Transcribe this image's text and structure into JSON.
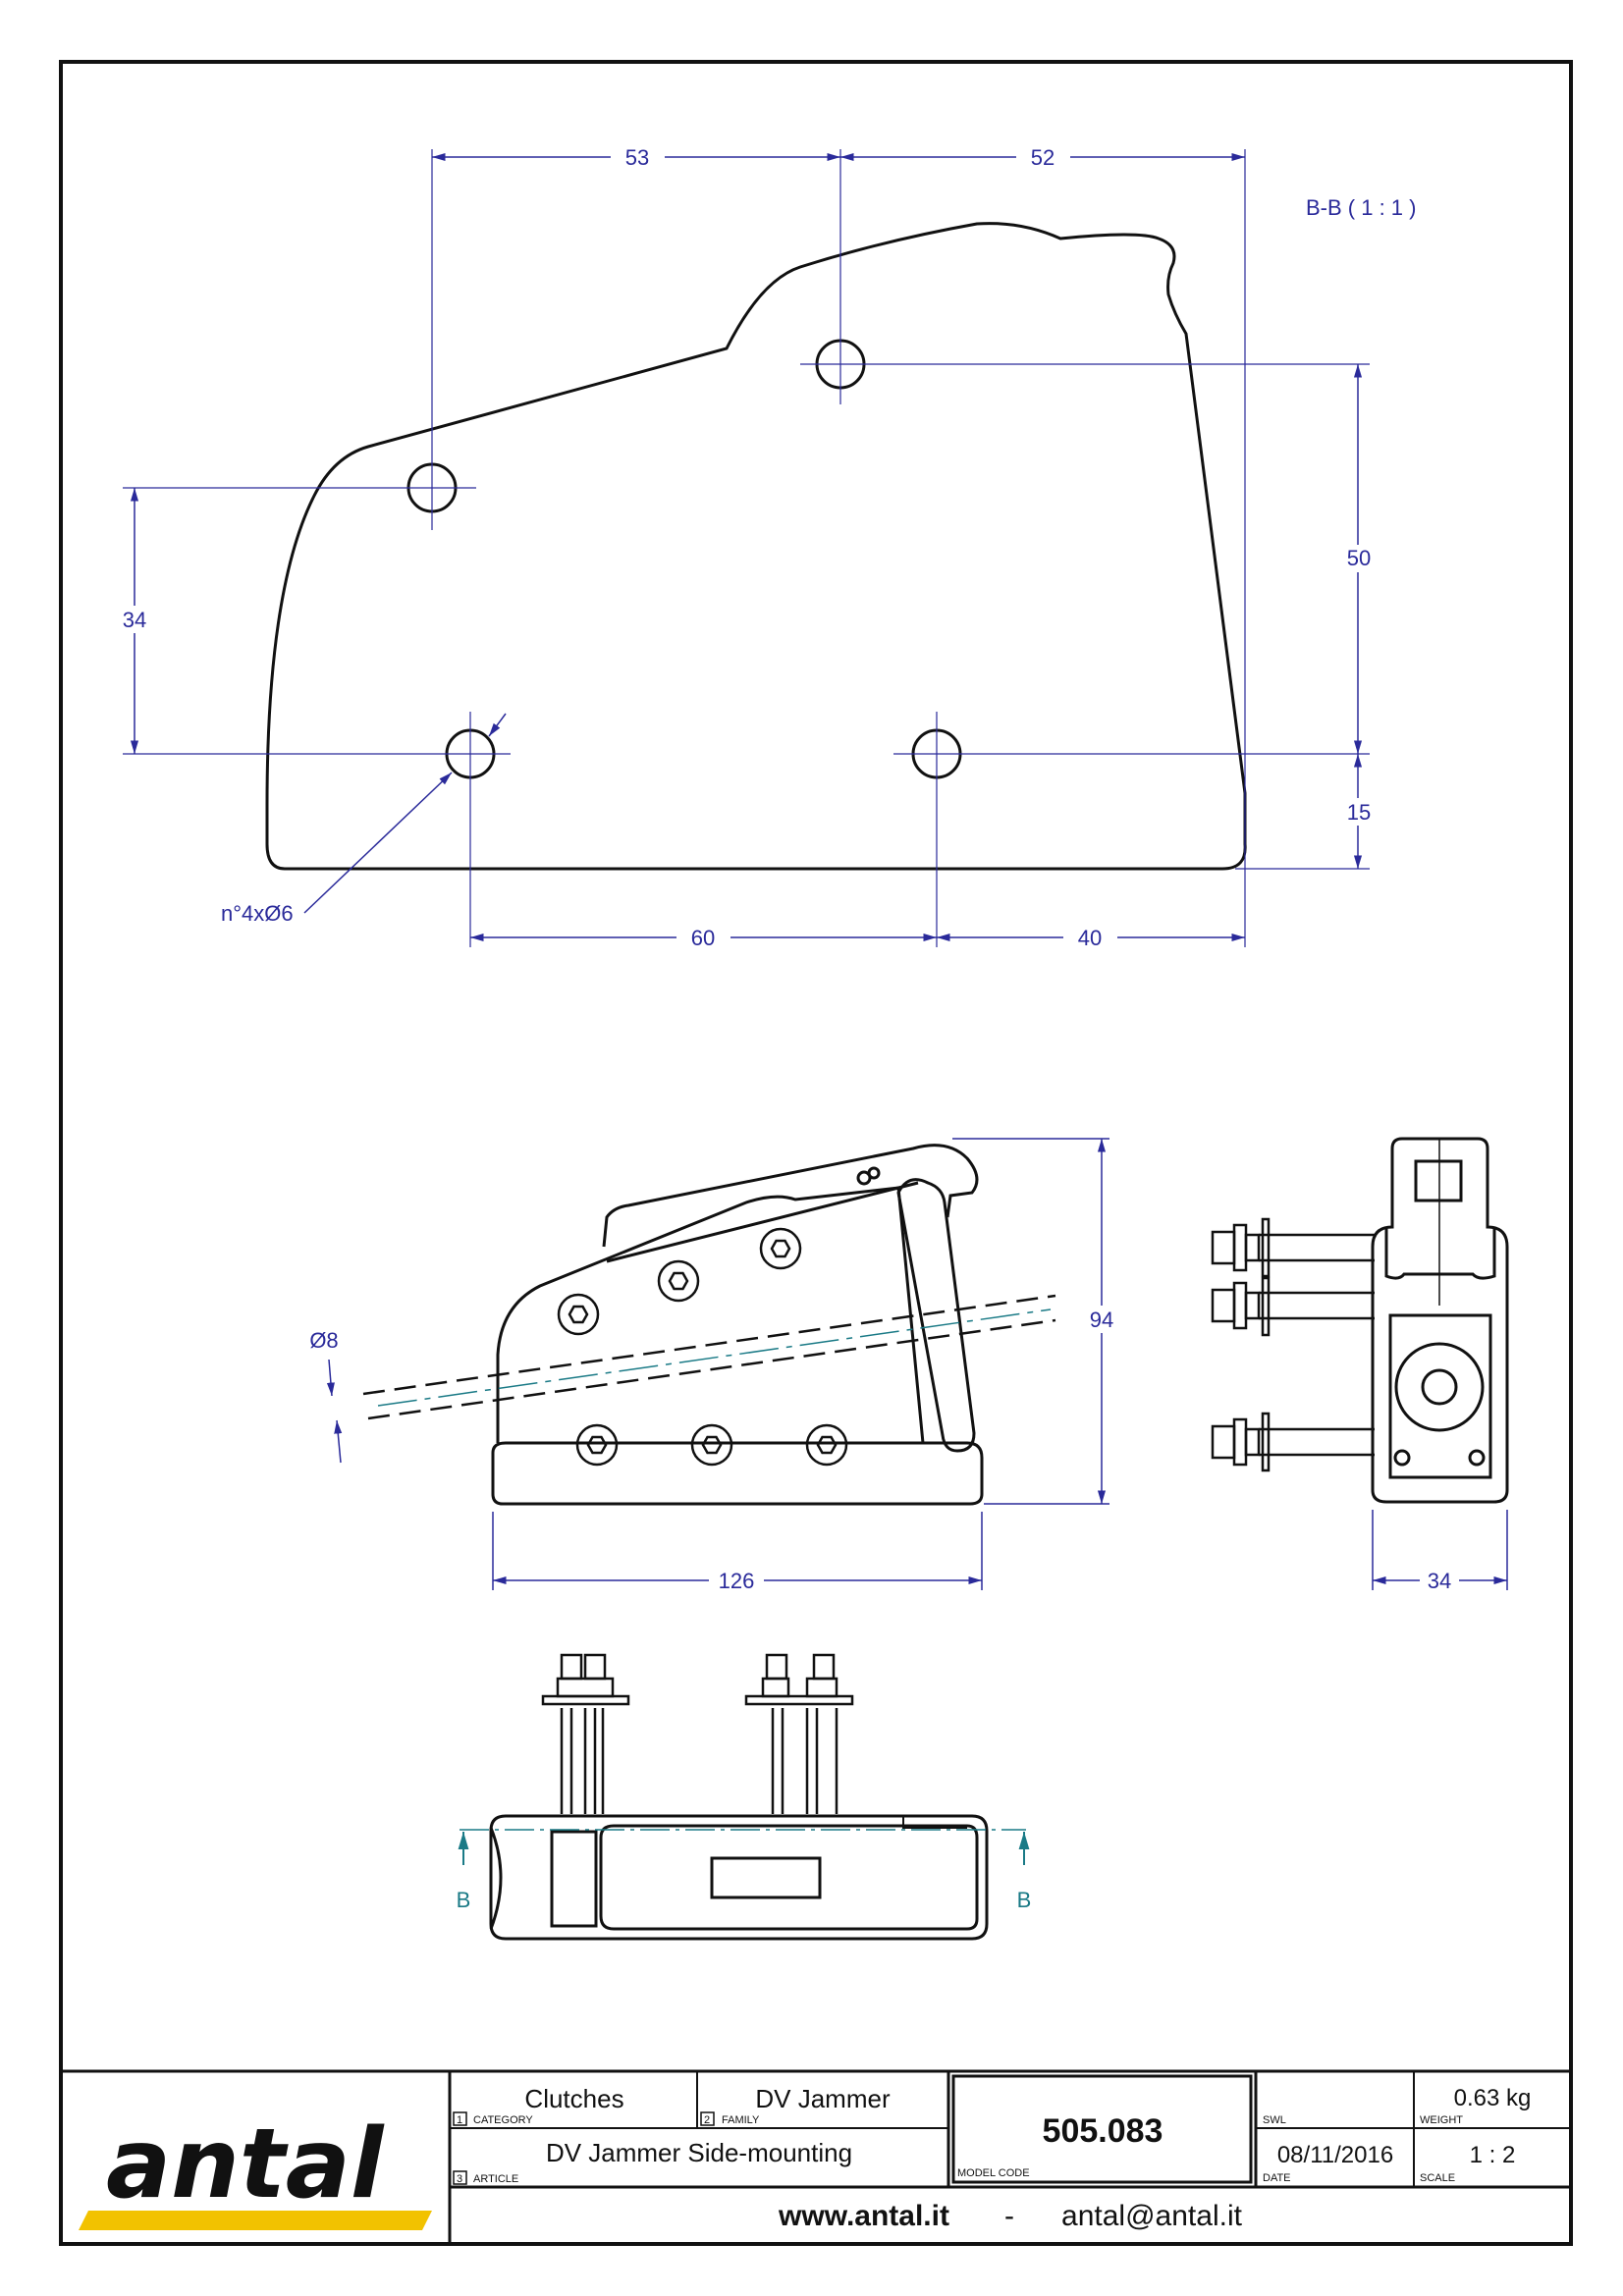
{
  "views": {
    "section_label": "B-B ( 1 : 1 )",
    "section_marker": "B",
    "holes_note": "n°4xØ6",
    "dims_section": {
      "top_left": "53",
      "top_right": "52",
      "left_vertical": "34",
      "right_vertical": "50",
      "right_bottom": "15",
      "bottom_left": "60",
      "bottom_right": "40"
    },
    "dims_side": {
      "line_diameter": "Ø8",
      "height": "94",
      "length": "126"
    },
    "dims_end": {
      "width": "34"
    }
  },
  "title_block": {
    "logo_text": "antal",
    "category_value": "Clutches",
    "category_num": "1",
    "category_caption": "CATEGORY",
    "family_value": "DV Jammer",
    "family_num": "2",
    "family_caption": "FAMILY",
    "article_value": "DV Jammer Side-mounting",
    "article_num": "3",
    "article_caption": "ARTICLE",
    "model_code": "505.083",
    "model_caption": "MODEL CODE",
    "swl_caption": "SWL",
    "weight_value": "0.63 kg",
    "weight_caption": "WEIGHT",
    "date_value": "08/11/2016",
    "date_caption": "DATE",
    "scale_value": "1 : 2",
    "scale_caption": "SCALE",
    "website": "www.antal.it",
    "separator": "-",
    "email": "antal@antal.it"
  },
  "colors": {
    "dimension": "#2a2a9a",
    "section_mark": "#1a7a86",
    "logo_bar": "#f2c200",
    "outline": "#111111"
  }
}
